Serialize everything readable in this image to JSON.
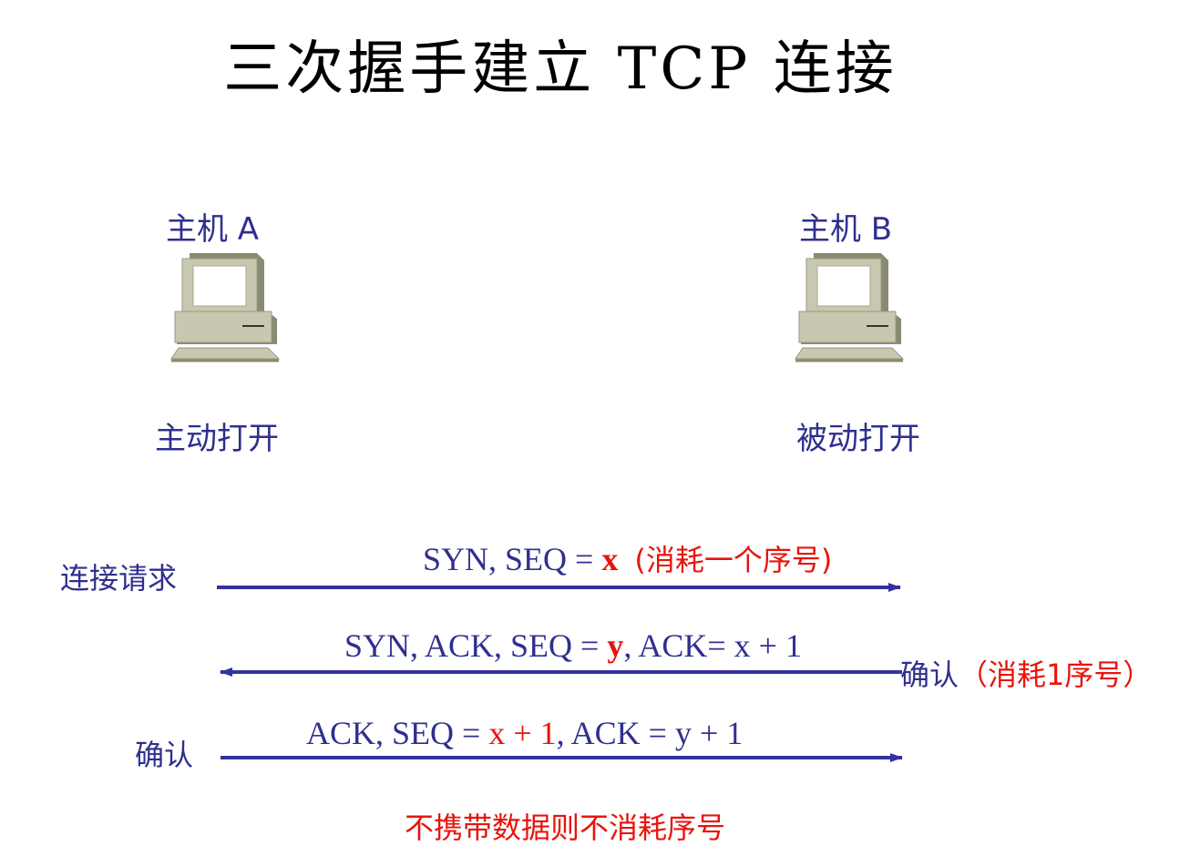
{
  "title": "三次握手建立 TCP 连接",
  "hosts": [
    {
      "name": "主机 A",
      "mode": "主动打开"
    },
    {
      "name": "主机 B",
      "mode": "被动打开"
    }
  ],
  "steps": [
    {
      "left_label": "连接请求",
      "msg_prefix": "SYN, SEQ = ",
      "msg_red_bold": "x",
      "msg_note": "(消耗一个序号)",
      "direction": "A->B"
    },
    {
      "msg_prefix": "SYN, ACK, SEQ = ",
      "msg_red_bold": "y",
      "msg_suffix": ", ACK= x + 1",
      "right_label": "确认",
      "right_note": "（消耗1序号）",
      "direction": "B->A"
    },
    {
      "left_label": "确认",
      "msg_prefix": "ACK, SEQ = ",
      "msg_red": "x + 1",
      "msg_suffix": ", ACK = y + 1",
      "direction": "A->B"
    }
  ],
  "footer_note": "不携带数据则不消耗序号",
  "colors": {
    "text_blue": "#2f2f8f",
    "arrow_blue": "#3333a0",
    "red": "#e8140c",
    "computer_body": "#c8c8b0"
  }
}
